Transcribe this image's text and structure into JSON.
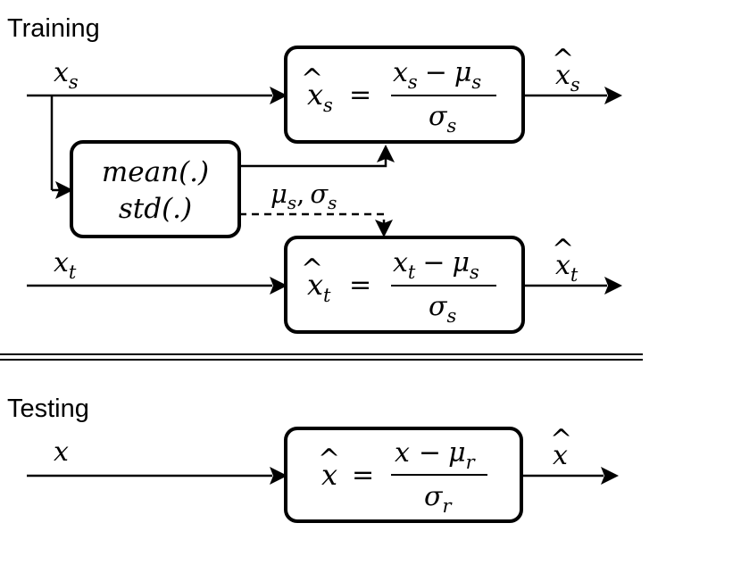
{
  "training": {
    "title": "Training",
    "source_input": {
      "var": "x",
      "sub": "s"
    },
    "target_input": {
      "var": "x",
      "sub": "t"
    },
    "stats_block": {
      "line1": "mean(.)",
      "line2": "std(.)"
    },
    "stats_output": {
      "mu": "μ",
      "mu_sub": "s",
      "comma": ",",
      "sigma": "σ",
      "sigma_sub": "s"
    },
    "source_norm": {
      "lhs_var": "x",
      "lhs_sub": "s",
      "eq": "=",
      "num_var": "x",
      "num_sub": "s",
      "minus": "−",
      "num_mu": "μ",
      "num_mu_sub": "s",
      "den": "σ",
      "den_sub": "s"
    },
    "target_norm": {
      "lhs_var": "x",
      "lhs_sub": "t",
      "eq": "=",
      "num_var": "x",
      "num_sub": "t",
      "minus": "−",
      "num_mu": "μ",
      "num_mu_sub": "s",
      "den": "σ",
      "den_sub": "s"
    },
    "source_output": {
      "var": "x",
      "sub": "s",
      "hat": "^"
    },
    "target_output": {
      "var": "x",
      "sub": "t",
      "hat": "^"
    }
  },
  "testing": {
    "title": "Testing",
    "input": {
      "var": "x"
    },
    "norm": {
      "lhs_var": "x",
      "eq": "=",
      "num_var": "x",
      "minus": "−",
      "num_mu": "μ",
      "num_mu_sub": "r",
      "den": "σ",
      "den_sub": "r"
    },
    "output": {
      "var": "x",
      "hat": "^"
    }
  }
}
